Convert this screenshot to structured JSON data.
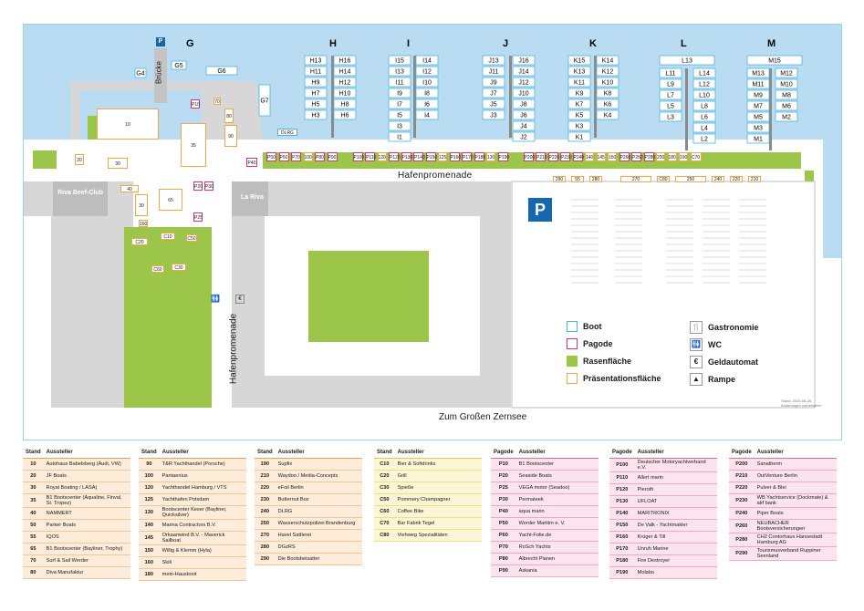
{
  "colors": {
    "water": "#b9dcf3",
    "lawn": "#9cc64a",
    "road": "#d7d7d7",
    "boot": "#4fb3d9",
    "pagode": "#d6337a",
    "praesentation": "#f0a74a",
    "parking": "#1567b0"
  },
  "piers": {
    "G": {
      "label": "G",
      "stands": [
        "G4",
        "G5",
        "G6",
        "G7"
      ]
    },
    "H": {
      "label": "H",
      "left": [
        "H13",
        "H11",
        "H9",
        "H7",
        "H5",
        "H3"
      ],
      "right": [
        "H16",
        "H14",
        "H12",
        "H10",
        "H8",
        "H6"
      ]
    },
    "I": {
      "label": "I",
      "left": [
        "I15",
        "I13",
        "I11",
        "I9",
        "I7",
        "I5",
        "I3",
        "I1"
      ],
      "right": [
        "I14",
        "I12",
        "I10",
        "I8",
        "I6",
        "I4"
      ]
    },
    "J": {
      "label": "J",
      "left": [
        "J13",
        "J11",
        "J9",
        "J7",
        "J5",
        "J3"
      ],
      "right": [
        "J16",
        "J14",
        "J12",
        "J10",
        "J8",
        "J6",
        "J4",
        "J2"
      ]
    },
    "K": {
      "label": "K",
      "left": [
        "K15",
        "K13",
        "K11",
        "K9",
        "K7",
        "K5",
        "K3",
        "K1"
      ],
      "right": [
        "K14",
        "K12",
        "K10",
        "K8",
        "K6",
        "K4"
      ]
    },
    "L": {
      "label": "L",
      "top": "L13",
      "left": [
        "L11",
        "L9",
        "L7",
        "L5",
        "L3"
      ],
      "right": [
        "L14",
        "L12",
        "L10",
        "L8",
        "L6",
        "L4",
        "L2"
      ]
    },
    "M": {
      "label": "M",
      "top": "M15",
      "left": [
        "M13",
        "M11",
        "M9",
        "M7",
        "M5",
        "M3",
        "M1"
      ],
      "right": [
        "M12",
        "M10",
        "M8",
        "M6",
        "M2"
      ]
    }
  },
  "labels": {
    "bruecke": "Brücke",
    "promenade": "Hafenpromenade",
    "promenade_vertical": "Hafenpromenade",
    "riva_beef": "Riva Beef-Club",
    "la_riva": "La Riva",
    "zernsee": "Zum Großen Zernsee",
    "parking": "P",
    "stand_info": "Stand: 2025-08-25 Änderungen vorbehalten",
    "euro": "€",
    "wc": "🚻"
  },
  "map_stands": {
    "yard": [
      "10",
      "P10",
      "70",
      "80",
      "90",
      "35",
      "20",
      "30",
      "40",
      "30",
      "65",
      "P20",
      "P30",
      "P25",
      "160",
      "C20",
      "C10",
      "C50",
      "C60",
      "C30",
      "P40",
      "DLRG"
    ],
    "promenade_row": [
      "P50",
      "P60",
      "P70",
      "100",
      "P80",
      "P90",
      "P100",
      "P110",
      "120",
      "P120",
      "P130",
      "P140",
      "P150",
      "125",
      "P160",
      "P170",
      "P180",
      "130",
      "P190",
      "P200",
      "P210",
      "P220",
      "P230",
      "P240",
      "140",
      "145",
      "150",
      "P260",
      "P250",
      "P280",
      "230",
      "180",
      "190",
      "C70"
    ],
    "bottom_row": [
      "290",
      "55",
      "280",
      "270",
      "C80",
      "250",
      "240",
      "220",
      "210"
    ]
  },
  "legend": [
    {
      "key": "boot",
      "label": "Boot"
    },
    {
      "key": "pagode",
      "label": "Pagode"
    },
    {
      "key": "rasen",
      "label": "Rasenfläche"
    },
    {
      "key": "praes",
      "label": "Präsentationsfläche"
    },
    {
      "key": "gastro",
      "label": "Gastronomie",
      "icon": "🍴"
    },
    {
      "key": "wc",
      "label": "WC",
      "icon": "🚻"
    },
    {
      "key": "geld",
      "label": "Geldautomat",
      "icon": "€"
    },
    {
      "key": "rampe",
      "label": "Rampe",
      "icon": "▲"
    }
  ],
  "tables": [
    {
      "head": [
        "Stand",
        "Aussteller"
      ],
      "rows": [
        [
          "10",
          "Autohaus Babelsberg (Audi, VW)"
        ],
        [
          "20",
          "JF Boats"
        ],
        [
          "30",
          "Royal Boating / LASA)"
        ],
        [
          "35",
          "B1 Bootscenter (Aqualine, Finval, St. Tropez)"
        ],
        [
          "40",
          "NAMMERT"
        ],
        [
          "50",
          "Parker Boats"
        ],
        [
          "55",
          "IQOS"
        ],
        [
          "65",
          "B1 Bootscenter (Bayliner, Trophy)"
        ],
        [
          "70",
          "Surf & Sail Werder"
        ],
        [
          "80",
          "Diva Manufaktur"
        ]
      ]
    },
    {
      "head": [
        "Stand",
        "Aussteller"
      ],
      "rows": [
        [
          "90",
          "T&R Yachthandel (Porsche)"
        ],
        [
          "100",
          "Pantaenius"
        ],
        [
          "120",
          "Yachthandel Hamburg / VTS"
        ],
        [
          "125",
          "Yachthafen Potsdam"
        ],
        [
          "130",
          "Bootscenter Keser (Bayliner, Quicksilver)"
        ],
        [
          "140",
          "Marina Contractors B.V."
        ],
        [
          "145",
          "Orkaanwind B.V. - Maverick Sailboat"
        ],
        [
          "150",
          "Willig & Klemm (Hyla)"
        ],
        [
          "160",
          "Skili"
        ],
        [
          "180",
          "mein-Hausboot"
        ]
      ]
    },
    {
      "head": [
        "Stand",
        "Aussteller"
      ],
      "rows": [
        [
          "190",
          "Supfix"
        ],
        [
          "210",
          "Waydoo / Media-Concepts"
        ],
        [
          "220",
          "eFoil Berlin"
        ],
        [
          "230",
          "Butternut Box"
        ],
        [
          "240",
          "DLRG"
        ],
        [
          "250",
          "Wasserschutzpolizei Brandenburg"
        ],
        [
          "270",
          "Havel Sattlerei"
        ],
        [
          "280",
          "DGzRS"
        ],
        [
          "290",
          "Die Bootsbeisatter"
        ]
      ]
    },
    {
      "head": [
        "Stand",
        "Aussteller"
      ],
      "rows": [
        [
          "C10",
          "Bier & Softdrinks"
        ],
        [
          "C20",
          "Grill"
        ],
        [
          "C30",
          "Spieße"
        ],
        [
          "C50",
          "Pommery Champagner"
        ],
        [
          "C60",
          "Coffee Bike"
        ],
        [
          "C70",
          "Bar Fabrik Tegel"
        ],
        [
          "C80",
          "Viehweg Spezialitäten"
        ]
      ]
    },
    {
      "head": [
        "Pagode",
        "Aussteller"
      ],
      "rows": [
        [
          "P10",
          "B1 Bootscenter"
        ],
        [
          "P20",
          "Seaside Boats"
        ],
        [
          "P25",
          "VEGA motor (Seadoo)"
        ],
        [
          "P30",
          "Permateek"
        ],
        [
          "P40",
          "aqua marin"
        ],
        [
          "P50",
          "Werder Maritim e. V."
        ],
        [
          "P60",
          "Yacht-Folie.de"
        ],
        [
          "P70",
          "RoSch Yachts"
        ],
        [
          "P80",
          "Albrecht Planen"
        ],
        [
          "P90",
          "Askania"
        ]
      ]
    },
    {
      "head": [
        "Pagode",
        "Aussteller"
      ],
      "rows": [
        [
          "P100",
          "Deutscher Motoryachtverband e.V."
        ],
        [
          "P110",
          "Allert marin"
        ],
        [
          "P120",
          "Pieroth"
        ],
        [
          "P130",
          "UFLOAT"
        ],
        [
          "P140",
          "MARITRONIX"
        ],
        [
          "P150",
          "De Valk - Yachtmakler"
        ],
        [
          "P160",
          "Krüger & Till"
        ],
        [
          "P170",
          "Unruh Marine"
        ],
        [
          "P180",
          "Fire Destroyer"
        ],
        [
          "P190",
          "Molabo"
        ]
      ]
    },
    {
      "head": [
        "Pagode",
        "Aussteller"
      ],
      "rows": [
        [
          "P200",
          "Sanatherm"
        ],
        [
          "P210",
          "OutVenture Berlin"
        ],
        [
          "P220",
          "Pulver & Blei"
        ],
        [
          "P230",
          "WB Yachtservice (Dockmate) & akf bank"
        ],
        [
          "P240",
          "Piper Boats"
        ],
        [
          "P260",
          "NEUBACHER Bootsversicherungen"
        ],
        [
          "P280",
          "CH2 Contorhaus Hansestadt Hamburg AG"
        ],
        [
          "P290",
          "Tourismusverband Ruppiner Seenland"
        ]
      ]
    }
  ]
}
